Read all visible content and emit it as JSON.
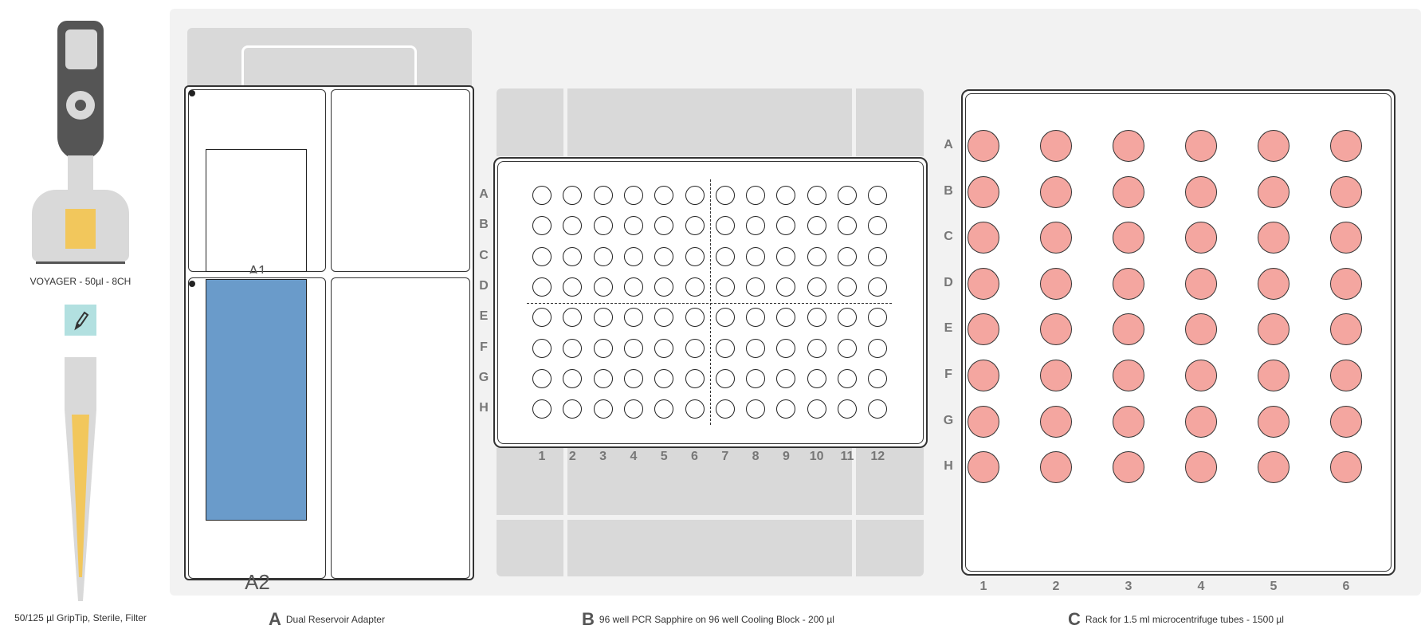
{
  "pipette": {
    "name": "VOYAGER - 50µl - 8CH",
    "tip": "50/125 µl GripTip, Sterile, Filter",
    "colors": {
      "body": "#555555",
      "light": "#d9d9d9",
      "accent": "#f2c75c",
      "edit": "#b2e0e0"
    }
  },
  "positions": {
    "A": {
      "letter": "A",
      "name": "Dual Reservoir Adapter",
      "reservoirs": [
        "A1",
        "A2"
      ],
      "colors": {
        "filled": "#6a9bca"
      }
    },
    "B": {
      "letter": "B",
      "name": "96 well PCR Sapphire on 96 well Cooling Block - 200 µl",
      "rows": [
        "A",
        "B",
        "C",
        "D",
        "E",
        "F",
        "G",
        "H"
      ],
      "cols": [
        "1",
        "2",
        "3",
        "4",
        "5",
        "6",
        "7",
        "8",
        "9",
        "10",
        "11",
        "12"
      ]
    },
    "C": {
      "letter": "C",
      "name": "Rack for 1.5 ml microcentrifuge tubes - 1500 µl",
      "rows": [
        "A",
        "B",
        "C",
        "D",
        "E",
        "F",
        "G",
        "H"
      ],
      "cols": [
        "1",
        "2",
        "3",
        "4",
        "5",
        "6"
      ],
      "colors": {
        "tube": "#f4a6a0"
      }
    }
  }
}
